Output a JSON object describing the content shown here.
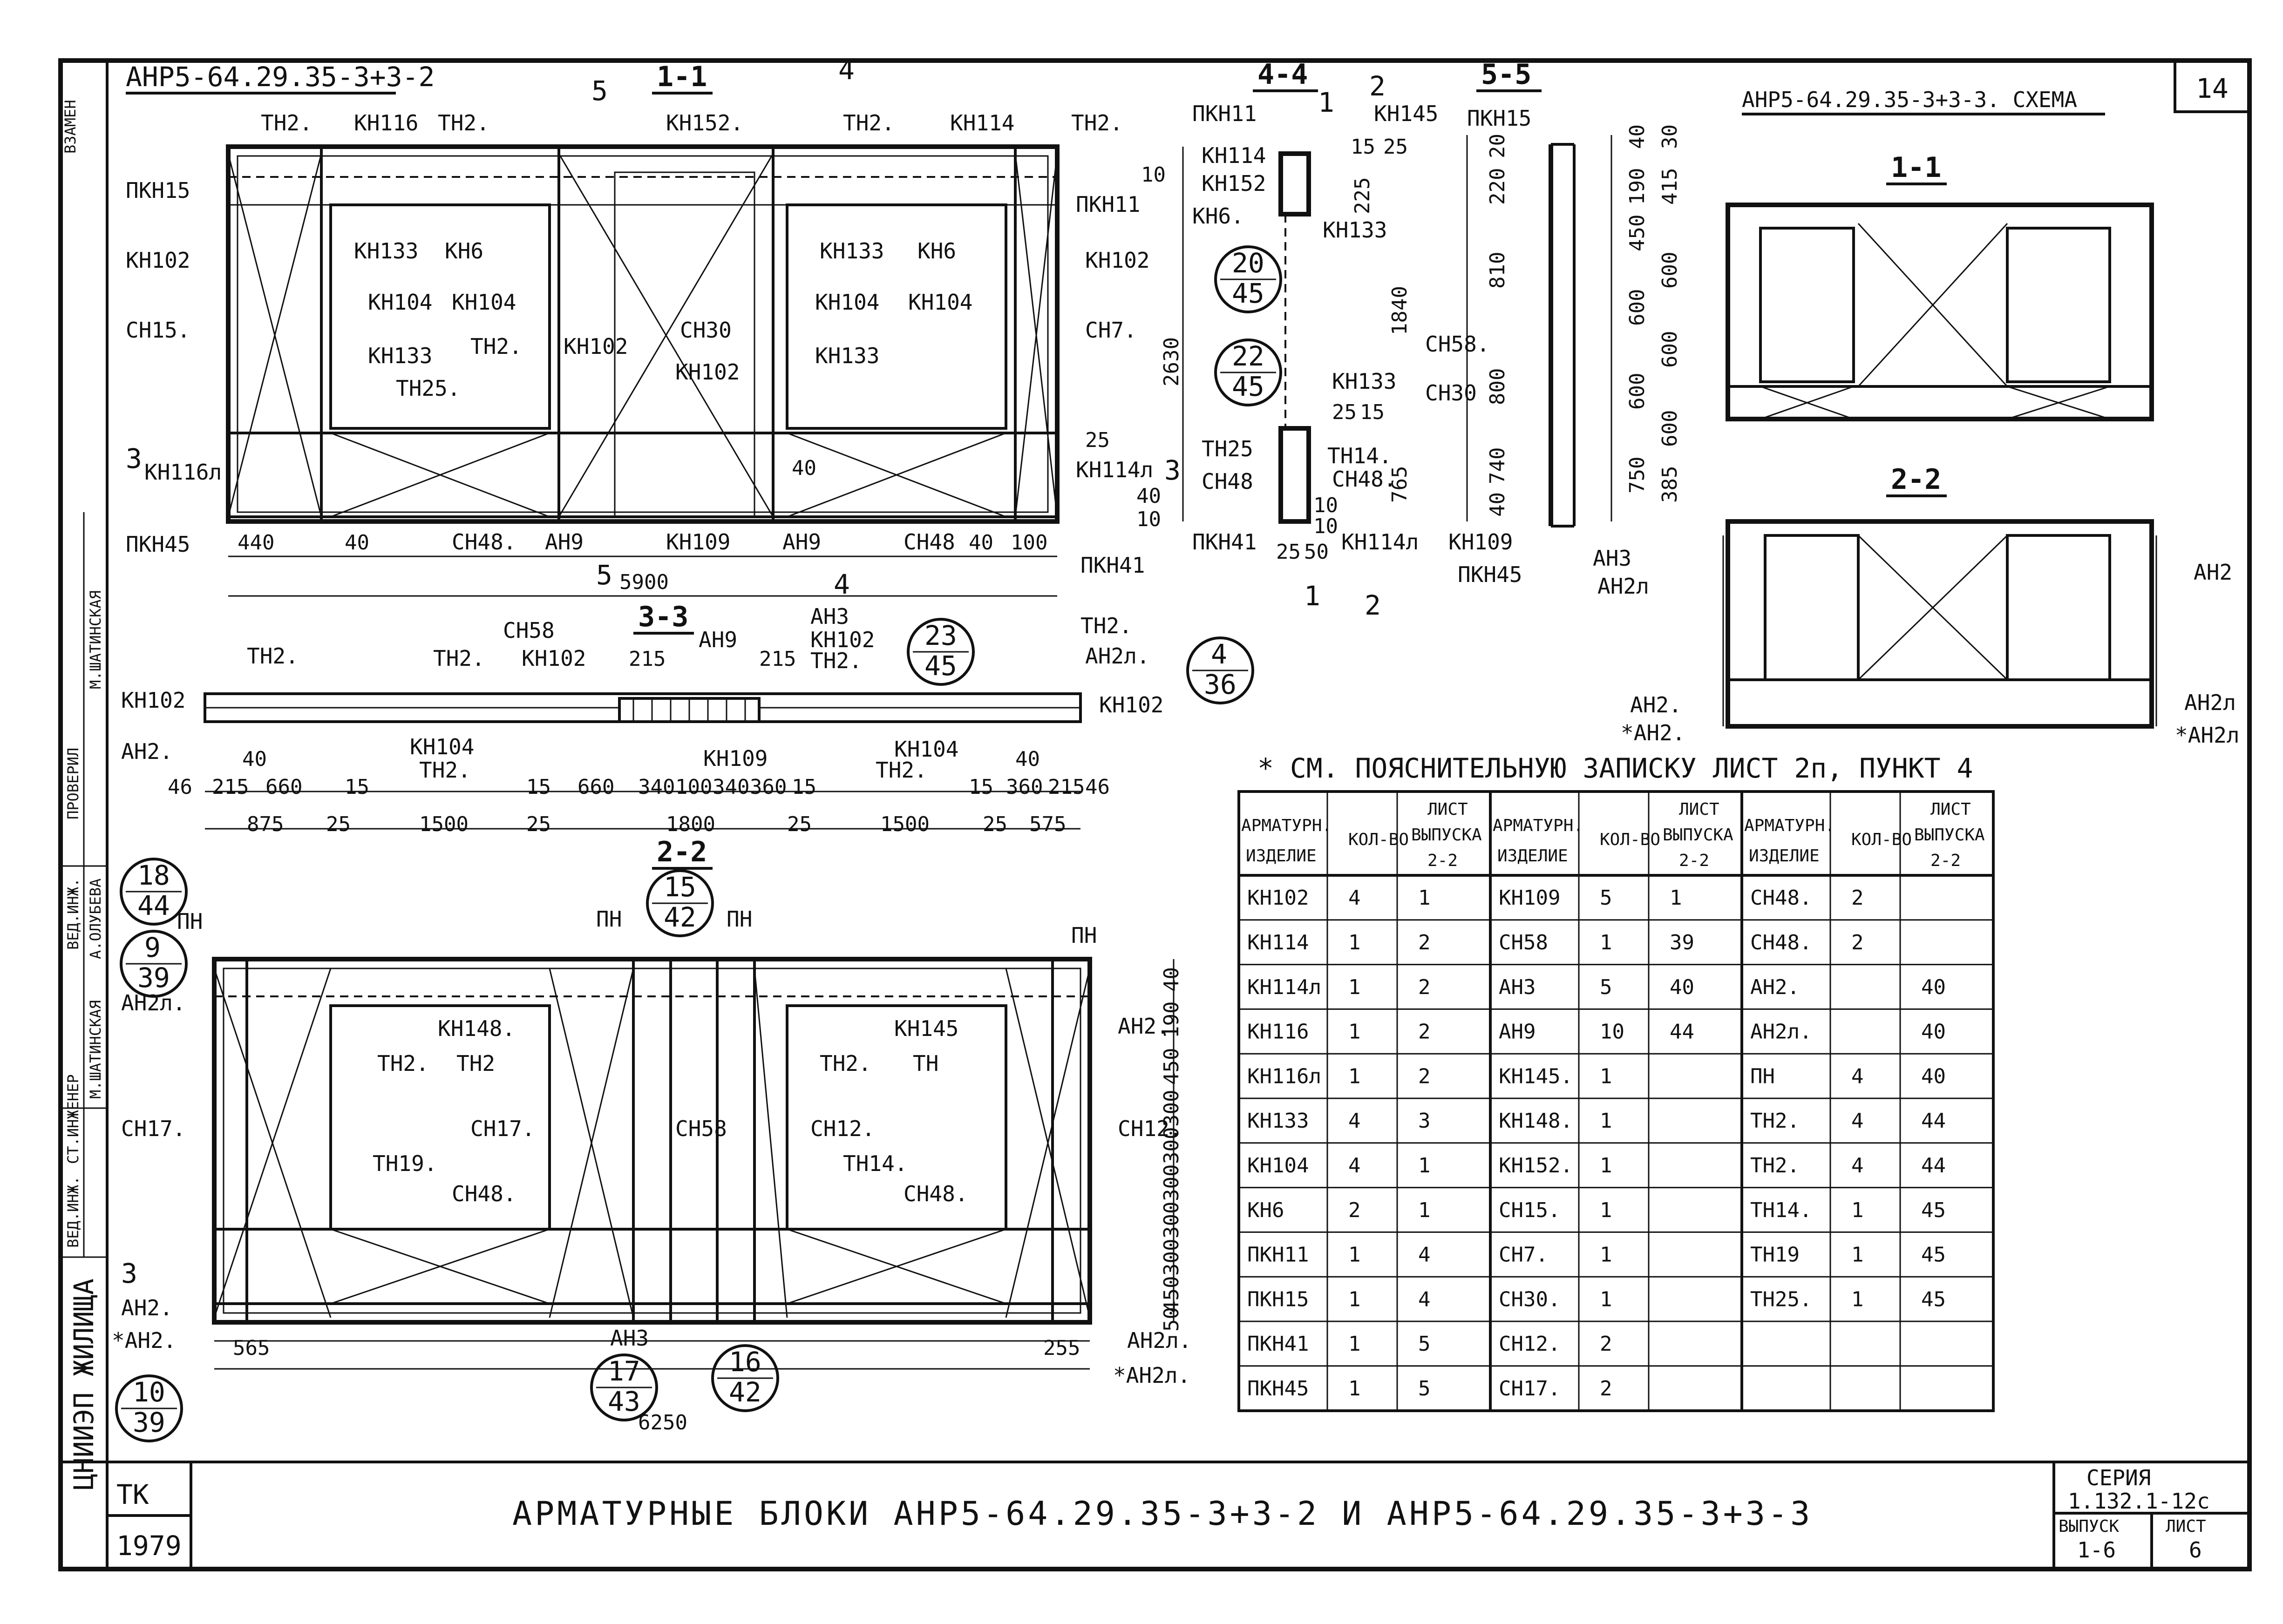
{
  "sheet_number": "14",
  "block_a_title": "АНР5-64.29.35-3+3-2",
  "block_b_title": "АНР5-64.29.35-3+3-3. СХЕМА",
  "note": "* СМ. ПОЯСНИТЕЛЬНУЮ ЗАПИСКУ ЛИСТ 2п, ПУНКТ 4",
  "title_block": {
    "org_stamp": "ЦНИИЭП ЖИЛИЩА",
    "code": "ТК",
    "year": "1979",
    "drawing_title": "АРМАТУРНЫЕ БЛОКИ АНР5-64.29.35-3+3-2 И АНР5-64.29.35-3+3-3",
    "series_label": "СЕРИЯ",
    "series_value": "1.132.1-12с",
    "issue_label": "ВЫПУСК",
    "issue_value": "1-6",
    "sheet_label": "ЛИСТ",
    "sheet_value": "6",
    "roles": [
      "ВЕД.ИНЖ.",
      "СТ.ИНЖЕНЕР",
      "ВЕД.ИНЖ.",
      "ПРОВЕРИЛ"
    ],
    "names": [
      "М.ШАТИНСКАЯ",
      "А.ОЛУБЕВА",
      "М.ШАТИНСКАЯ"
    ],
    "left_edge": "ВЗАМЕН"
  },
  "sections": {
    "s11": "1-1",
    "s44": "4-4",
    "s55": "5-5",
    "s33": "3-3",
    "s22": "2-2",
    "b11": "1-1",
    "b22": "2-2"
  },
  "elevation_a": {
    "top_labels": [
      "ТН2.",
      "КН116",
      "ТН2.",
      "КН152.",
      "ТН2.",
      "КН114",
      "ТН2."
    ],
    "left_labels": [
      "ПКН15",
      "КН102",
      "СН15.",
      "КН116л",
      "ПКН45"
    ],
    "right_labels": [
      "ПКН11",
      "КН102",
      "СН7.",
      "КН114л",
      "ПКН41"
    ],
    "inner_labels": [
      "КН133",
      "КН6",
      "КН104",
      "КН104",
      "КН133",
      "ТН2.",
      "ТН25.",
      "КН102",
      "СН30",
      "КН102",
      "КН133",
      "КН6",
      "КН104",
      "КН104",
      "КН133"
    ],
    "bottom_labels": [
      "СН48.",
      "АН9",
      "КН109",
      "АН9",
      "СН48"
    ],
    "dims_bottom": [
      "440",
      "40",
      "40",
      "100",
      "5900"
    ],
    "dims_right": [
      "10",
      "2630",
      "25",
      "40",
      "10",
      "40"
    ],
    "cut_marks": [
      "5",
      "4",
      "3",
      "5",
      "4",
      "3"
    ]
  },
  "section_44": {
    "labels": [
      "ПКН11",
      "КН145",
      "КН114",
      "КН152",
      "КН6.",
      "КН133",
      "КН133",
      "ТН25",
      "ТН14.",
      "СН48",
      "СН48.",
      "ПКН41",
      "КН114л"
    ],
    "dims": [
      "1",
      "2",
      "15",
      "25",
      "225",
      "1840",
      "25",
      "15",
      "765",
      "10",
      "10",
      "25",
      "50",
      "1",
      "2"
    ],
    "circles": [
      {
        "top": "20",
        "bottom": "45"
      },
      {
        "top": "22",
        "bottom": "45"
      }
    ]
  },
  "section_55": {
    "labels": [
      "ПКН15",
      "СН58.",
      "СН30",
      "КН109",
      "ПКН45",
      "АН3",
      "АН2л"
    ],
    "dims_left": [
      "20",
      "220",
      "810",
      "800",
      "740",
      "40"
    ],
    "dims_right": [
      "40",
      "30",
      "190",
      "415",
      "450",
      "600",
      "600",
      "600",
      "600",
      "600",
      "750",
      "385"
    ]
  },
  "section_33": {
    "labels": [
      "ТН2.",
      "ТН2.",
      "КН102",
      "СН58",
      "АН9",
      "АН3",
      "КН102",
      "ТН2.",
      "ТН2.",
      "АН2л.",
      "КН102",
      "АН2.",
      "КН104",
      "ТН2.",
      "КН109",
      "КН104",
      "ТН2.",
      "КН102"
    ],
    "dims_row1": [
      "46",
      "215",
      "40",
      "660",
      "15",
      "15",
      "660",
      "340",
      "100",
      "340",
      "360",
      "15",
      "15",
      "40",
      "360",
      "215",
      "46"
    ],
    "dims_row2": [
      "875",
      "25",
      "1500",
      "25",
      "1800",
      "25",
      "1500",
      "25",
      "575"
    ],
    "dims_top": [
      "215",
      "215"
    ],
    "circles": [
      {
        "top": "23",
        "bottom": "45"
      },
      {
        "top": "4",
        "bottom": "36"
      }
    ]
  },
  "elevation_22": {
    "labels_left": [
      "ПН",
      "АН2л.",
      "СН17.",
      "АН2.",
      "*АН2."
    ],
    "labels_right": [
      "ПН",
      "АН2.",
      "СН12.",
      "АН2л.",
      "*АН2л."
    ],
    "labels_inner": [
      "КН148.",
      "ТН2.",
      "ТН2",
      "СН17.",
      "ТН19.",
      "СН48.",
      "ПН",
      "ПН",
      "СН58",
      "КН145",
      "ТН2.",
      "ТН",
      "СН12.",
      "ТН14.",
      "СН48.",
      "АН3"
    ],
    "dims_right": [
      "40",
      "190",
      "450",
      "300",
      "300",
      "300",
      "300",
      "300",
      "450",
      "50"
    ],
    "dims_bottom": [
      "565",
      "255",
      "6250"
    ],
    "cut": "3",
    "circles": [
      {
        "top": "18",
        "bottom": "44"
      },
      {
        "top": "9",
        "bottom": "39"
      },
      {
        "top": "15",
        "bottom": "42"
      },
      {
        "top": "10",
        "bottom": "39"
      },
      {
        "top": "17",
        "bottom": "43"
      },
      {
        "top": "16",
        "bottom": "42"
      }
    ]
  },
  "scheme_b": {
    "labels_22": [
      "АН2",
      "АН2л",
      "*АН2л",
      "АН2.",
      "*АН2."
    ]
  },
  "table": {
    "headers": [
      {
        "h1": "АРМАТУРН.",
        "h2": "ИЗДЕЛИЕ",
        "q": "КОЛ-ВО",
        "s1": "ЛИСТ",
        "s2": "ВЫПУСКА",
        "s3": "2-2"
      },
      {
        "h1": "АРМАТУРН.",
        "h2": "ИЗДЕЛИЕ",
        "q": "КОЛ-ВО",
        "s1": "ЛИСТ",
        "s2": "ВЫПУСКА",
        "s3": "2-2"
      },
      {
        "h1": "АРМАТУРН.",
        "h2": "ИЗДЕЛИЕ",
        "q": "КОЛ-ВО",
        "s1": "ЛИСТ",
        "s2": "ВЫПУСКА",
        "s3": "2-2"
      }
    ],
    "rows": [
      [
        "КН102",
        "4",
        "1",
        "КН109",
        "5",
        "1",
        "СН48.",
        "2",
        ""
      ],
      [
        "КН114",
        "1",
        "2",
        "СН58",
        "1",
        "39",
        "СН48.",
        "2",
        ""
      ],
      [
        "КН114л",
        "1",
        "2",
        "АН3",
        "5",
        "40",
        "АН2.",
        "",
        "40"
      ],
      [
        "КН116",
        "1",
        "2",
        "АН9",
        "10",
        "44",
        "АН2л.",
        "",
        "40"
      ],
      [
        "КН116л",
        "1",
        "2",
        "КН145.",
        "1",
        "",
        "ПН",
        "4",
        "40"
      ],
      [
        "КН133",
        "4",
        "3",
        "КН148.",
        "1",
        "",
        "ТН2.",
        "4",
        "44"
      ],
      [
        "КН104",
        "4",
        "1",
        "КН152.",
        "1",
        "",
        "ТН2.",
        "4",
        "44"
      ],
      [
        "КН6",
        "2",
        "1",
        "СН15.",
        "1",
        "",
        "ТН14.",
        "1",
        "45"
      ],
      [
        "ПКН11",
        "1",
        "4",
        "СН7.",
        "1",
        "",
        "ТН19",
        "1",
        "45"
      ],
      [
        "ПКН15",
        "1",
        "4",
        "СН30.",
        "1",
        "",
        "ТН25.",
        "1",
        "45"
      ],
      [
        "ПКН41",
        "1",
        "5",
        "СН12.",
        "2",
        "",
        "",
        "",
        ""
      ],
      [
        "ПКН45",
        "1",
        "5",
        "СН17.",
        "2",
        "",
        "",
        "",
        ""
      ]
    ]
  }
}
